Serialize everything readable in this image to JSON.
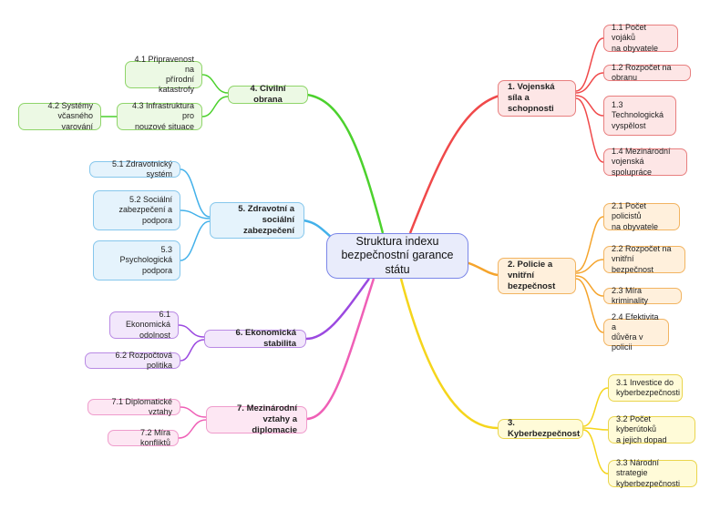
{
  "center": {
    "label": "Struktura indexu\nbezpečnostní garance státu"
  },
  "colors": {
    "red": "#f0494a",
    "orange": "#f5a42c",
    "yellow": "#f5d51c",
    "green": "#4cd12d",
    "blue": "#43b1ea",
    "purple": "#9b49e0",
    "pink": "#ef5fb6",
    "center_border": "#7b86e8"
  },
  "branches": [
    {
      "label": "1. Vojenská síla a\nschopnosti",
      "children": [
        "1.1 Počet vojáků\nna obyvatele",
        "1.2 Rozpočet na obranu",
        "1.3\nTechnologická\nvyspělost",
        "1.4 Mezinárodní\nvojenská spolupráce"
      ]
    },
    {
      "label": "2. Policie a vnitřní\nbezpečnost",
      "children": [
        "2.1 Počet policistů\nna obyvatele",
        "2.2 Rozpočet na\nvnitřní bezpečnost",
        "2.3 Míra kriminality",
        "2.4 Efektivita a\ndůvěra v policii"
      ]
    },
    {
      "label": "3. Kyberbezpečnost",
      "children": [
        "3.1 Investice do\nkyberbezpečnosti",
        "3.2 Počet kyberútoků\na jejich dopad",
        "3.3 Národní strategie\nkyberbezpečnosti"
      ]
    },
    {
      "label": "4. Civilní obrana",
      "children": [
        "4.1 Připravenost na\npřírodní katastrofy",
        "4.3 Infrastruktura pro\nnouzové situace"
      ],
      "grandchild": "4.2 Systémy\nvčasného varování"
    },
    {
      "label": "5. Zdravotní a sociální\nzabezpečení",
      "children": [
        "5.1 Zdravotnický systém",
        "5.2 Sociální\nzabezpečení a\npodpora",
        "5.3\nPsychologická\npodpora"
      ]
    },
    {
      "label": "6. Ekonomická stabilita",
      "children": [
        "6.1 Ekonomická\nodolnost",
        "6.2 Rozpočtová politika"
      ]
    },
    {
      "label": "7. Mezinárodní vztahy a\ndiplomacie",
      "children": [
        "7.1 Diplomatické vztahy",
        "7.2 Míra konfliktů"
      ]
    }
  ]
}
